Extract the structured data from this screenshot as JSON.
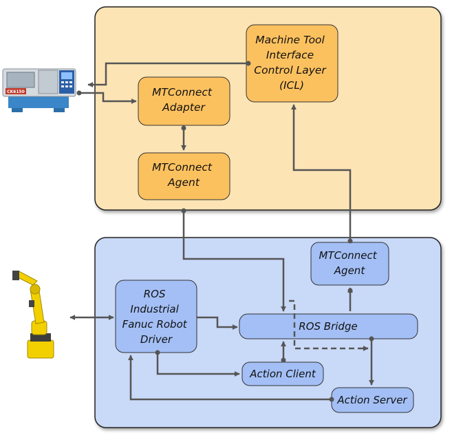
{
  "nodes": {
    "icl": [
      "Machine Tool",
      "Interface",
      "Control Layer",
      "(ICL)"
    ],
    "mtc_adapter": [
      "MTConnect",
      "Adapter"
    ],
    "mtc_agent_top": [
      "MTConnect",
      "Agent"
    ],
    "mtc_agent_bottom": [
      "MTConnect",
      "Agent"
    ],
    "ros_driver": [
      "ROS",
      "Industrial",
      "Fanuc Robot",
      "Driver"
    ],
    "ros_bridge": "ROS Bridge",
    "action_client": "Action Client",
    "action_server": "Action Server"
  },
  "colors": {
    "top_panel": "#fde4b5",
    "top_box": "#fcc15f",
    "bottom_panel": "#c9d9f8",
    "bottom_box": "#a3bff5",
    "line": "#555555"
  },
  "icons": {
    "cnc_machine": "cnc-lathe-icon",
    "robot_arm": "industrial-robot-icon"
  },
  "decor": {
    "cnc_badge": "CK6150"
  }
}
